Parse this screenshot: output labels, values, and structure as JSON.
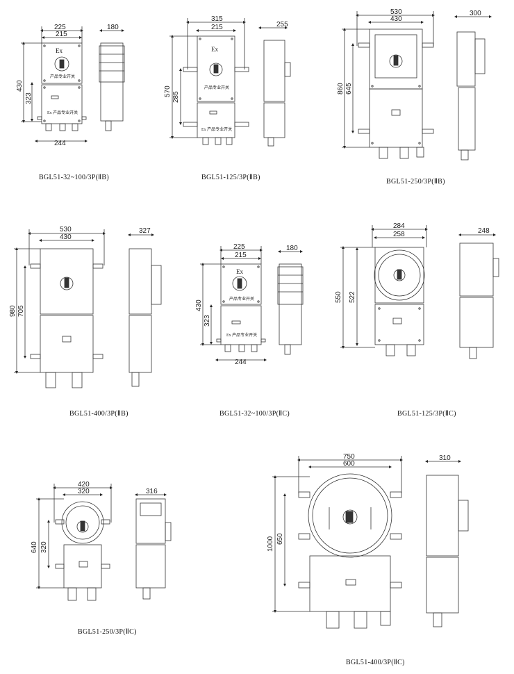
{
  "sheet": {
    "dimensions": {
      "p1": {
        "w_outer": "225",
        "w_inner": "215",
        "h_outer": "430",
        "h_inner": "323",
        "w_base": "244",
        "side_w": "180"
      },
      "p2": {
        "w_outer": "315",
        "w_inner": "215",
        "h_outer": "570",
        "h_inner": "285",
        "side_w": "255"
      },
      "p3": {
        "w_outer": "530",
        "w_inner": "430",
        "h_outer": "860",
        "h_inner": "645",
        "side_w": "300"
      },
      "p4": {
        "w_outer": "530",
        "w_inner": "430",
        "h_outer": "980",
        "h_inner": "705",
        "side_w": "327"
      },
      "p5": {
        "w_outer": "225",
        "w_inner": "215",
        "h_outer": "430",
        "h_inner": "323",
        "w_base": "244",
        "side_w": "180"
      },
      "p6": {
        "w_outer": "284",
        "w_inner": "258",
        "h_outer": "550",
        "h_inner": "522",
        "side_w": "248"
      },
      "p7": {
        "w_outer": "420",
        "w_inner": "320",
        "h_outer": "640",
        "h_inner": "320",
        "side_w": "316"
      },
      "p8": {
        "w_outer": "750",
        "w_inner": "600",
        "h_outer": "1000",
        "h_inner": "650",
        "side_w": "310"
      }
    },
    "captions": {
      "p1": "BGL51-32~100/3P(ⅡB)",
      "p2": "BGL51-125/3P(ⅡB)",
      "p3": "BGL51-250/3P(ⅡB)",
      "p4": "BGL51-400/3P(ⅡB)",
      "p5": "BGL51-32~100/3P(ⅡC)",
      "p6": "BGL51-125/3P(ⅡC)",
      "p7": "BGL51-250/3P(ⅡC)",
      "p8": "BGL51-400/3P(ⅡC)"
    },
    "labels": {
      "ex_mark": "Ex",
      "plate_text": "产品专业开关",
      "plate_text_ex": "Ex 产品专业开关"
    }
  }
}
